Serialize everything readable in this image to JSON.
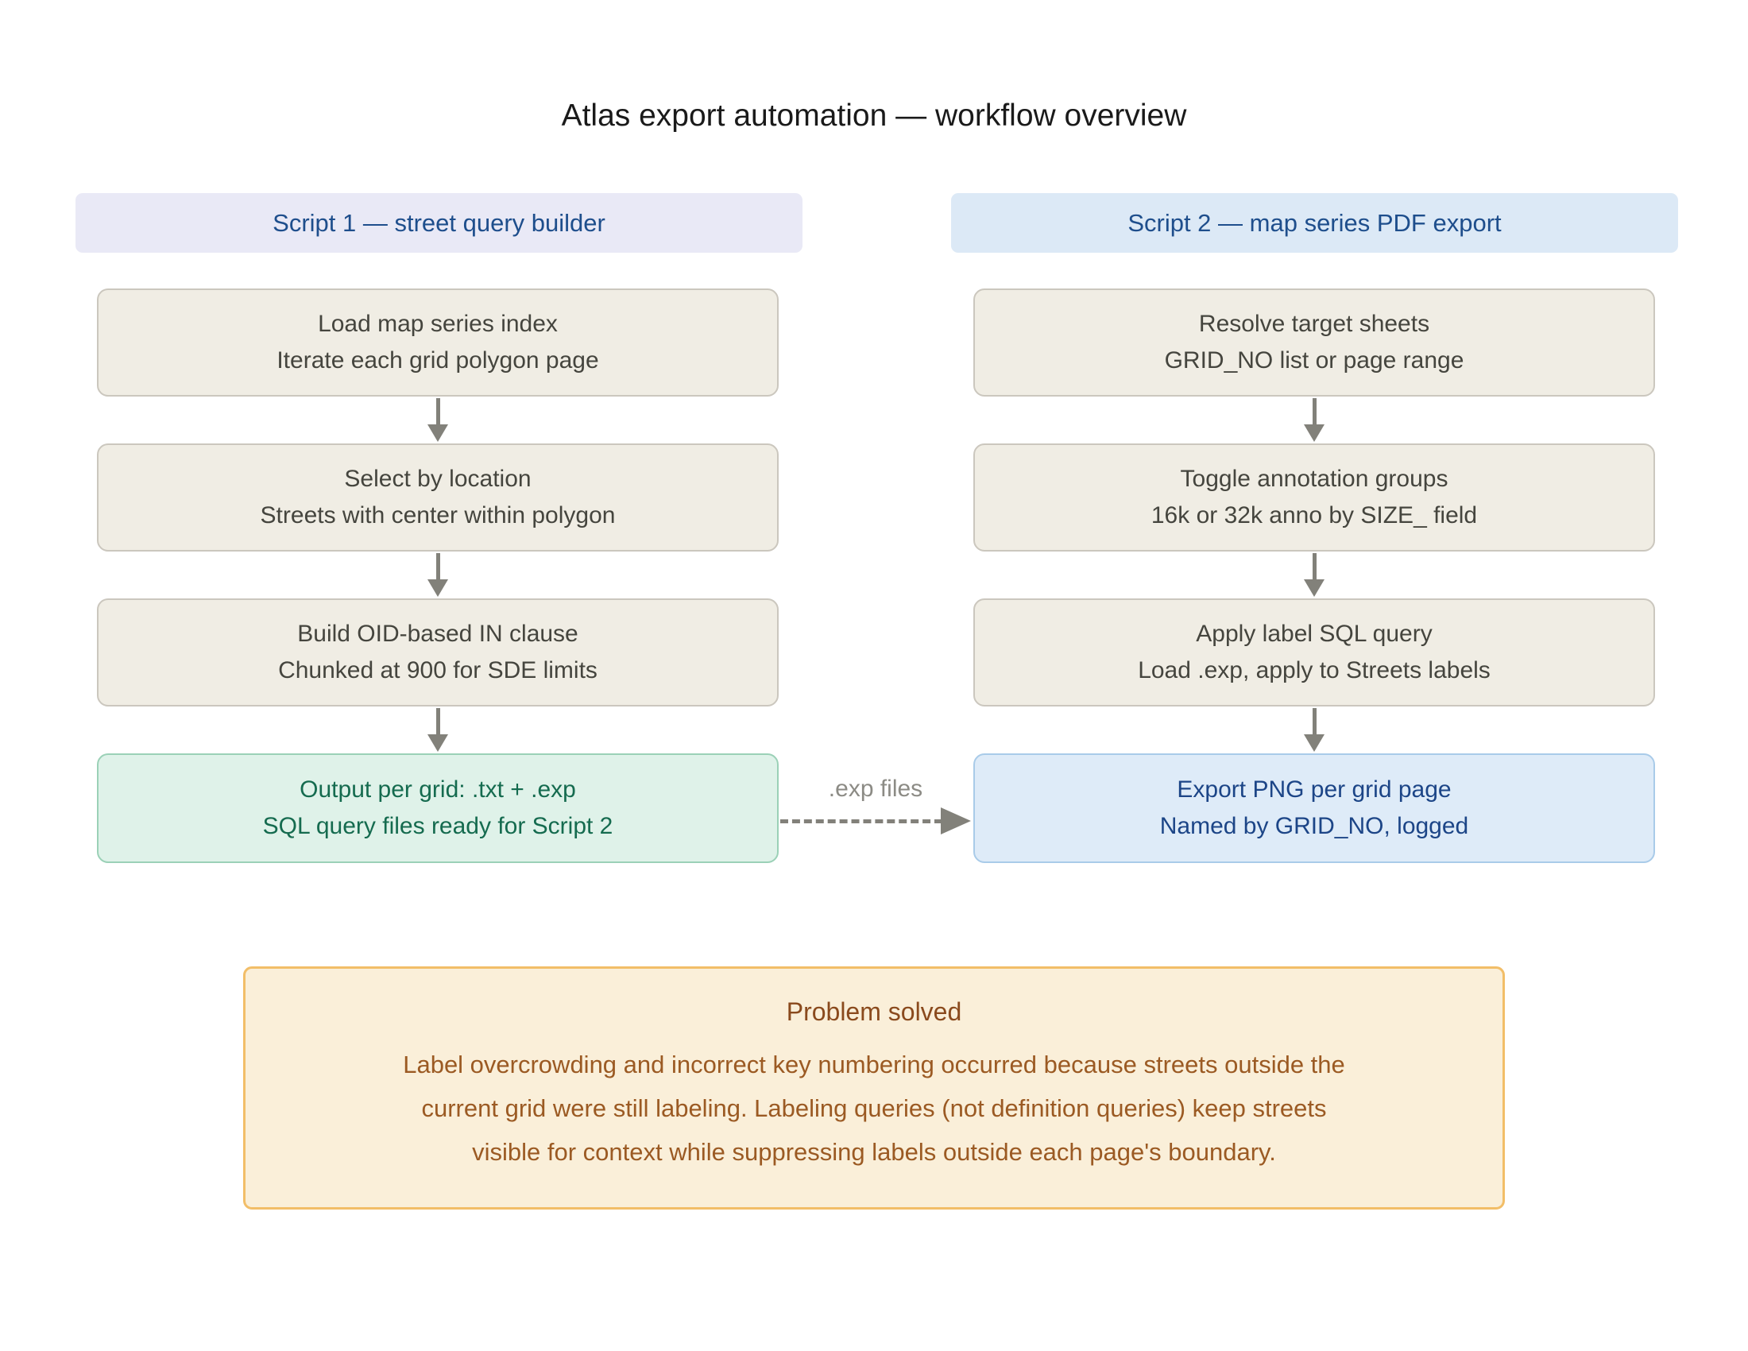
{
  "title": "Atlas export automation — workflow overview",
  "columns": [
    {
      "header": "Script 1 — street query builder",
      "steps": [
        {
          "title": "Load map series index",
          "subtitle": "Iterate each grid polygon page"
        },
        {
          "title": "Select by location",
          "subtitle": "Streets with center within polygon"
        },
        {
          "title": "Build OID-based IN clause",
          "subtitle": "Chunked at 900 for SDE limits"
        },
        {
          "title": "Output per grid: .txt + .exp",
          "subtitle": "SQL query files ready for Script 2"
        }
      ]
    },
    {
      "header": "Script 2 — map series PDF export",
      "steps": [
        {
          "title": "Resolve target sheets",
          "subtitle": "GRID_NO list or page range"
        },
        {
          "title": "Toggle annotation groups",
          "subtitle": "16k or 32k anno by SIZE_ field"
        },
        {
          "title": "Apply label SQL query",
          "subtitle": "Load .exp, apply to Streets labels"
        },
        {
          "title": "Export PNG per grid page",
          "subtitle": "Named by GRID_NO, logged"
        }
      ]
    }
  ],
  "connector": {
    "label": ".exp files"
  },
  "note": {
    "title": "Problem solved",
    "body_lines": [
      "Label overcrowding and incorrect key numbering occurred because streets outside the",
      "current grid were still labeling. Labeling queries (not definition queries) keep streets",
      "visible for context while suppressing labels outside each page's boundary."
    ]
  },
  "colors": {
    "title_color": "#1a1a1a",
    "header1_bg": "#e9e9f6",
    "header2_bg": "#dce9f6",
    "header_text": "#1e4e8c",
    "step_bg": "#f0ede4",
    "step_border": "#cbc7be",
    "step_text": "#45453e",
    "success_bg": "#dff2e9",
    "success_border": "#9bd1b7",
    "success_text": "#156b4f",
    "info_bg": "#deebf8",
    "info_border": "#a9cbe9",
    "info_text": "#1c4587",
    "arrow": "#82817a",
    "connector_label": "#8c8b85",
    "note_bg": "#faefd9",
    "note_border": "#f2be68",
    "note_title": "#8a4a1d",
    "note_text": "#9b5a23"
  }
}
